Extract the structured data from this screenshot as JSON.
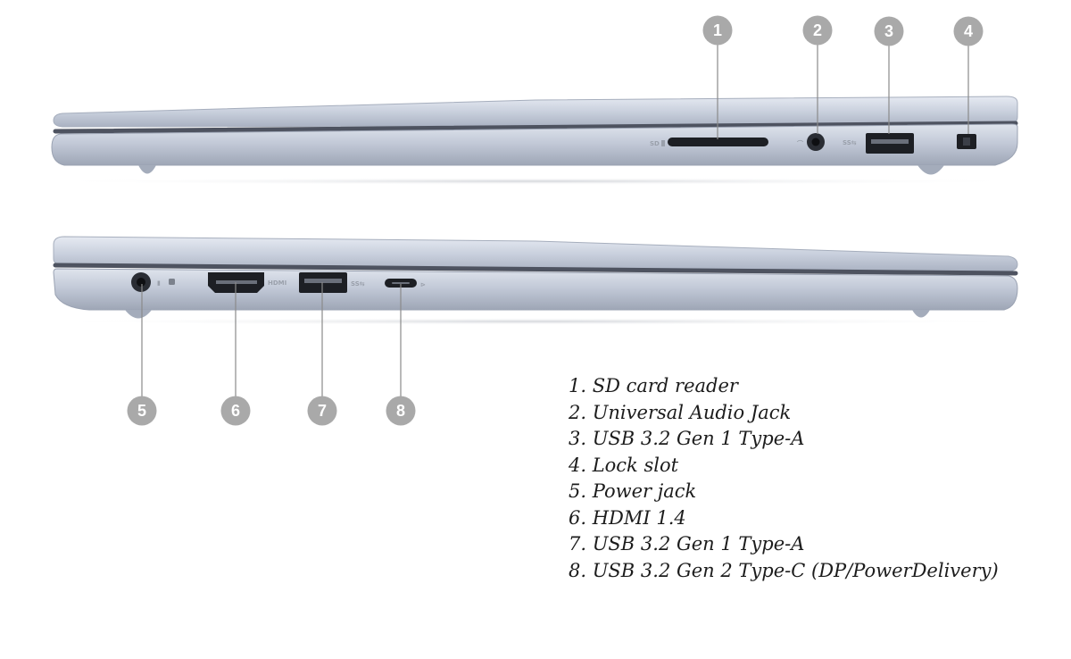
{
  "colors": {
    "chassis_top": "#d6dbe6",
    "chassis_mid": "#b9c0cf",
    "chassis_bottom": "#9fa7b7",
    "seam": "#4e5360",
    "port": "#1d1f24",
    "callout_circle": "#a9a9a9",
    "leader": "#8a8a8a"
  },
  "port_labels": {
    "sd": "SD",
    "ss_right": "SS⇆",
    "hdmi": "HDMI",
    "ss_left": "SS⇆"
  },
  "callouts": [
    {
      "number": "1",
      "label": "1. SD card reader"
    },
    {
      "number": "2",
      "label": "2. Universal Audio Jack"
    },
    {
      "number": "3",
      "label": "3. USB 3.2 Gen 1 Type-A"
    },
    {
      "number": "4",
      "label": "4. Lock slot"
    },
    {
      "number": "5",
      "label": "5. Power jack"
    },
    {
      "number": "6",
      "label": "6. HDMI 1.4"
    },
    {
      "number": "7",
      "label": "7. USB 3.2 Gen 1 Type-A"
    },
    {
      "number": "8",
      "label": "8. USB 3.2 Gen 2 Type-C (DP/PowerDelivery)"
    }
  ]
}
